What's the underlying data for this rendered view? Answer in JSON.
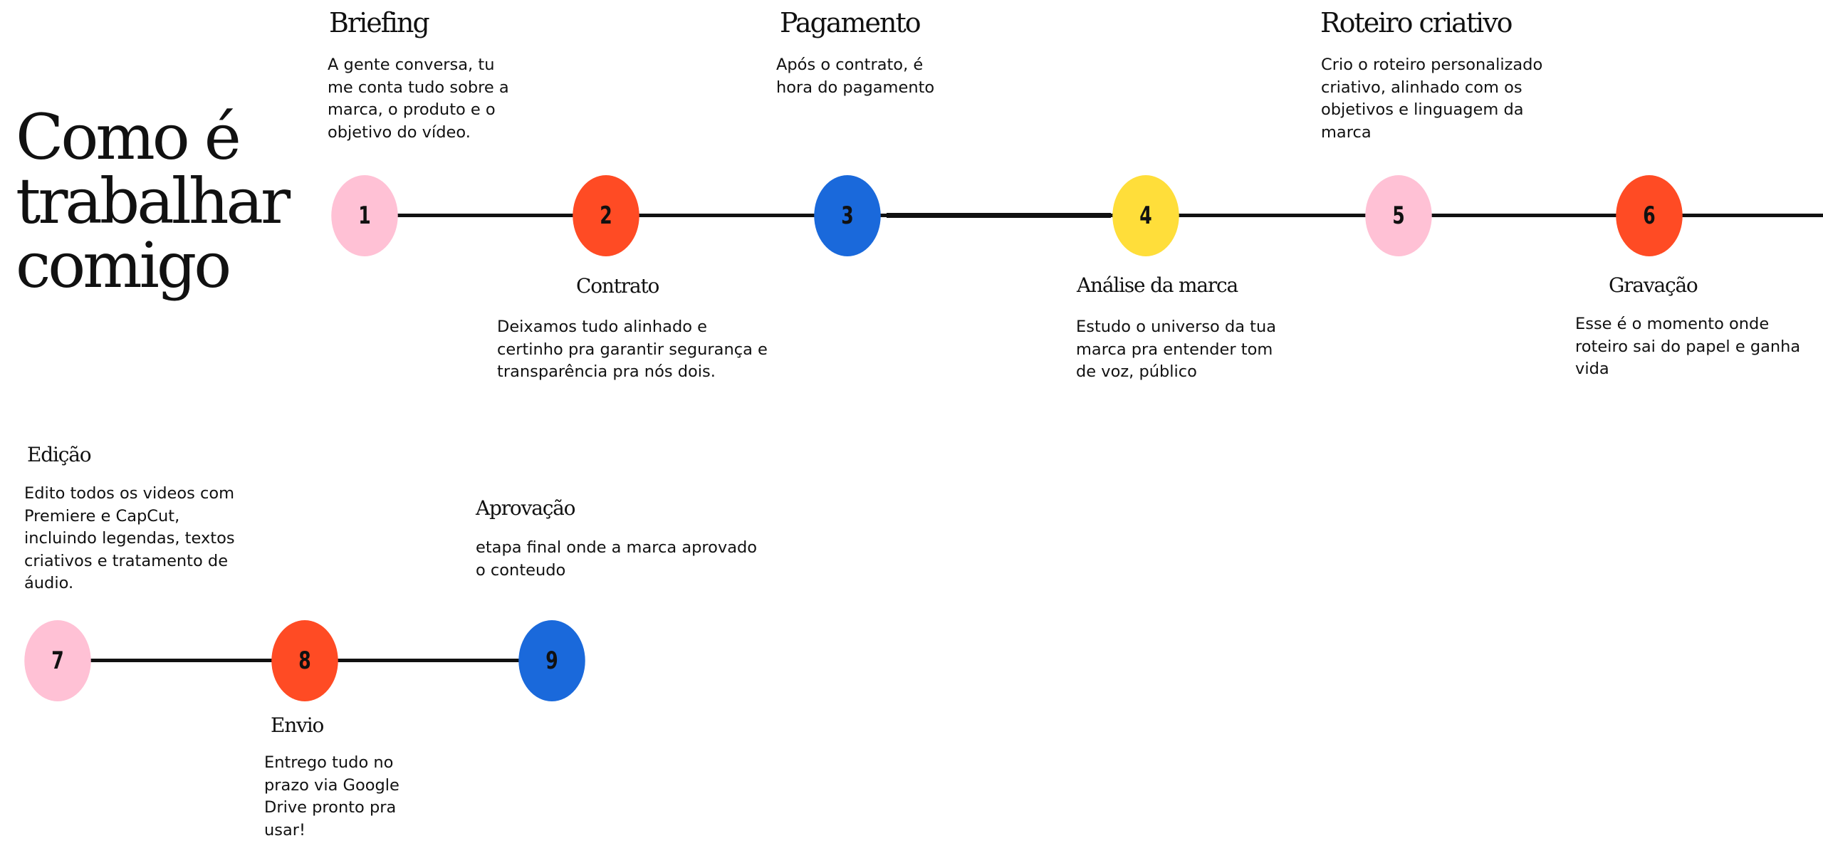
{
  "title": "Como é trabalhar comigo",
  "steps": [
    {
      "number": "1",
      "title": "Briefing",
      "description": "A gente conversa, tu me conta tudo sobre a marca, o produto e o objetivo do vídeo.",
      "color": "#ffc1d5"
    },
    {
      "number": "2",
      "title": "Contrato",
      "description": "Deixamos tudo alinhado e certinho pra garantir segurança e transparência pra nós dois.",
      "color": "#ff4b24"
    },
    {
      "number": "3",
      "title": "Pagamento",
      "description": "Após o contrato, é hora do pagamento",
      "color": "#1a69db"
    },
    {
      "number": "4",
      "title": "Análise da marca",
      "description": "Estudo o universo da tua marca pra entender tom de voz, público",
      "color": "#ffde3a"
    },
    {
      "number": "5",
      "title": "Roteiro criativo",
      "description": "Crio o roteiro personalizado criativo, alinhado com os objetivos e linguagem da marca",
      "color": "#ffc1d5"
    },
    {
      "number": "6",
      "title": "Gravação",
      "description": "Esse é o momento onde roteiro sai do papel e ganha vida",
      "color": "#ff4b24"
    },
    {
      "number": "7",
      "title": "Edição",
      "description": "Edito todos os videos com Premiere e CapCut, incluindo legendas, textos criativos e tratamento de áudio.",
      "color": "#ffc1d5"
    },
    {
      "number": "8",
      "title": "Envio",
      "description": "Entrego tudo no prazo via Google Drive pronto pra usar!",
      "color": "#ff4b24"
    },
    {
      "number": "9",
      "title": "Aprovação",
      "description": "etapa final onde a marca aprovado o conteudo",
      "color": "#1a69db"
    }
  ]
}
